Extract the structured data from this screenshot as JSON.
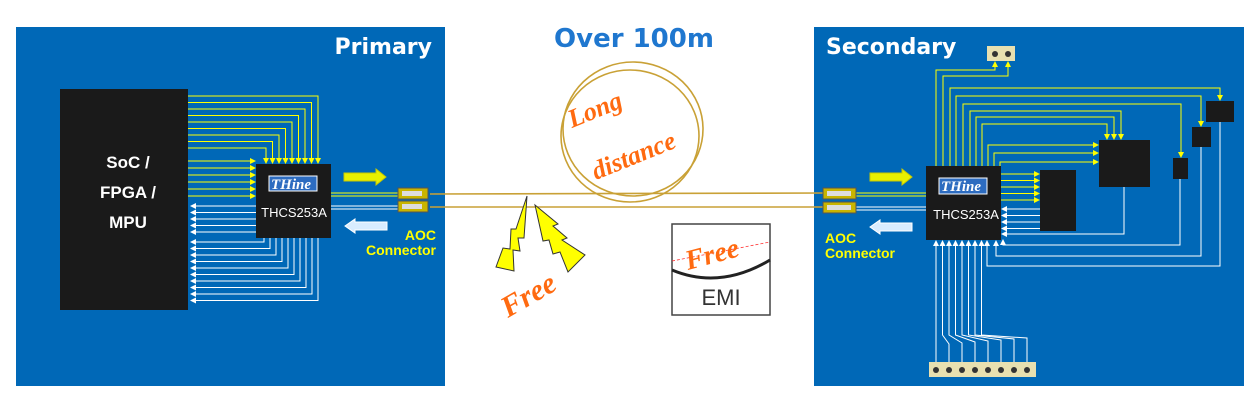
{
  "headline": "Over 100m",
  "primary": {
    "title": "Primary",
    "host_lines": [
      "SoC /",
      "FPGA /",
      "MPU"
    ],
    "chip_logo": "THine",
    "chip_part": "THCS253A",
    "aoc_lines": [
      "AOC",
      "Connector"
    ]
  },
  "secondary": {
    "title": "Secondary",
    "chip_logo": "THine",
    "chip_part": "THCS253A",
    "aoc_lines": [
      "AOC",
      "Connector"
    ]
  },
  "cable": {
    "loop_lines": [
      "Long",
      "distance"
    ],
    "lightning_label": "Free",
    "emi_free_label": "Free",
    "emi_label": "EMI"
  },
  "colors": {
    "panel": "#0068b7",
    "forward_wire": "#ffff00",
    "return_wire": "#ffffff",
    "fiber": "#c9a136",
    "accent_orange": "#ff6a10",
    "headline_blue": "#1f77cf"
  }
}
